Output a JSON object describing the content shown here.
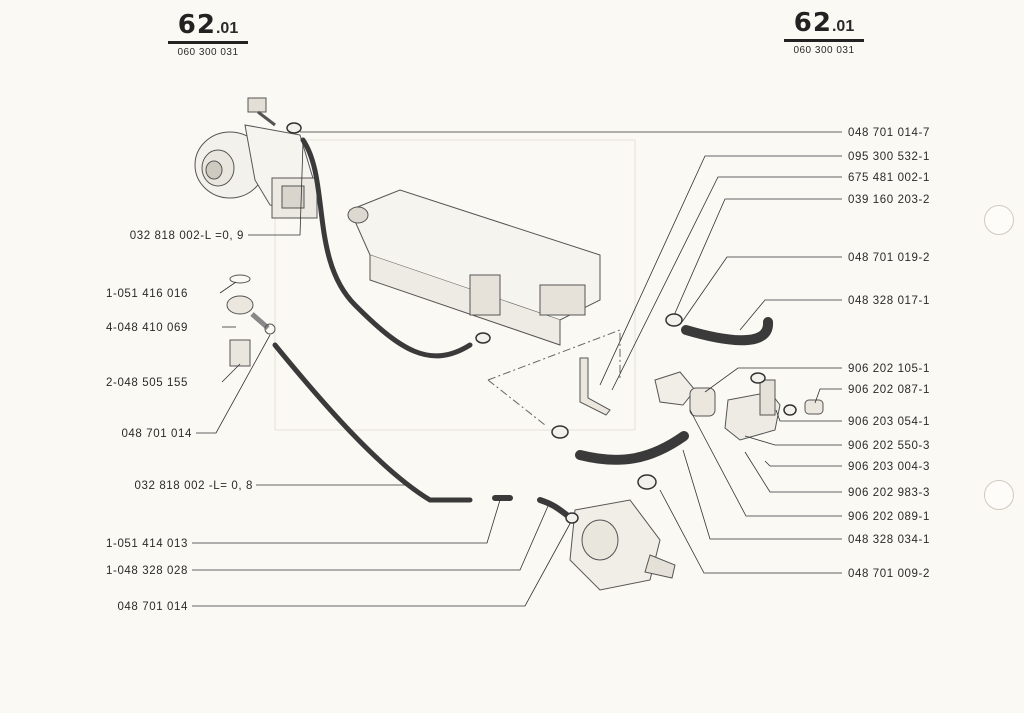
{
  "header_left": {
    "number": "62",
    "suffix": ".01",
    "code": "060 300 031"
  },
  "header_right": {
    "number": "62",
    "suffix": ".01",
    "code": "060 300 031"
  },
  "left_labels": [
    "032 818 002-L =0, 9",
    "1-051 416 016",
    "4-048 410 069",
    "2-048 505 155",
    "048 701 014",
    "032 818 002 -L= 0, 8",
    "1-051 414 013",
    "1-048 328 028",
    "048 701 014"
  ],
  "right_labels": [
    "048 701 014-7",
    "095 300 532-1",
    "675 481 002-1",
    "039 160 203-2",
    "048 701 019-2",
    "048 328 017-1",
    "906 202 105-1",
    "906 202 087-1",
    "906 203 054-1",
    "906 202 550-3",
    "906 203 004-3",
    "906 202 983-3",
    "906 202 089-1",
    "048 328 034-1",
    "048 701 009-2"
  ],
  "colors": {
    "paper": "#fbf9f4",
    "ink": "#2a2a2a",
    "hose": "#3a3a3a"
  }
}
